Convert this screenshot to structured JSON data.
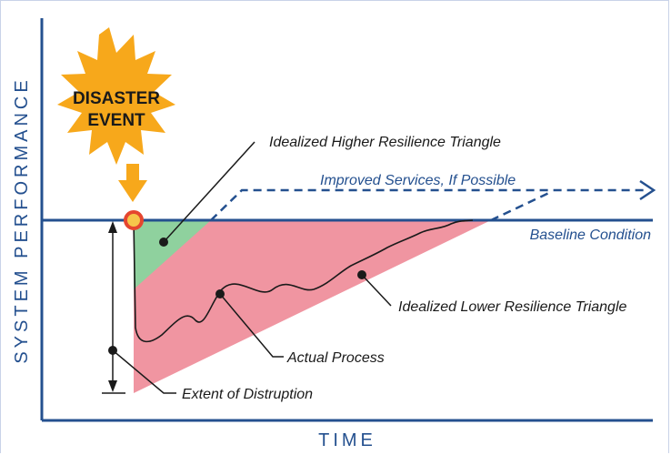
{
  "diagram": {
    "y_axis_label": "SYSTEM PERFORMANCE",
    "x_axis_label": "TIME",
    "event": {
      "line1": "DISASTER",
      "line2": "EVENT"
    },
    "labels": {
      "improved": "Improved Services, If Possible",
      "baseline": "Baseline Condition",
      "higher_triangle": "Idealized Higher Resilience Triangle",
      "lower_triangle": "Idealized Lower Resilience Triangle",
      "actual": "Actual Process",
      "extent": "Extent of Distruption"
    },
    "colors": {
      "axis": "#24508f",
      "green": "#8fd19e",
      "pink": "#ef8f9c",
      "burst": "#f7a81b",
      "marker": "#e5462f"
    }
  }
}
